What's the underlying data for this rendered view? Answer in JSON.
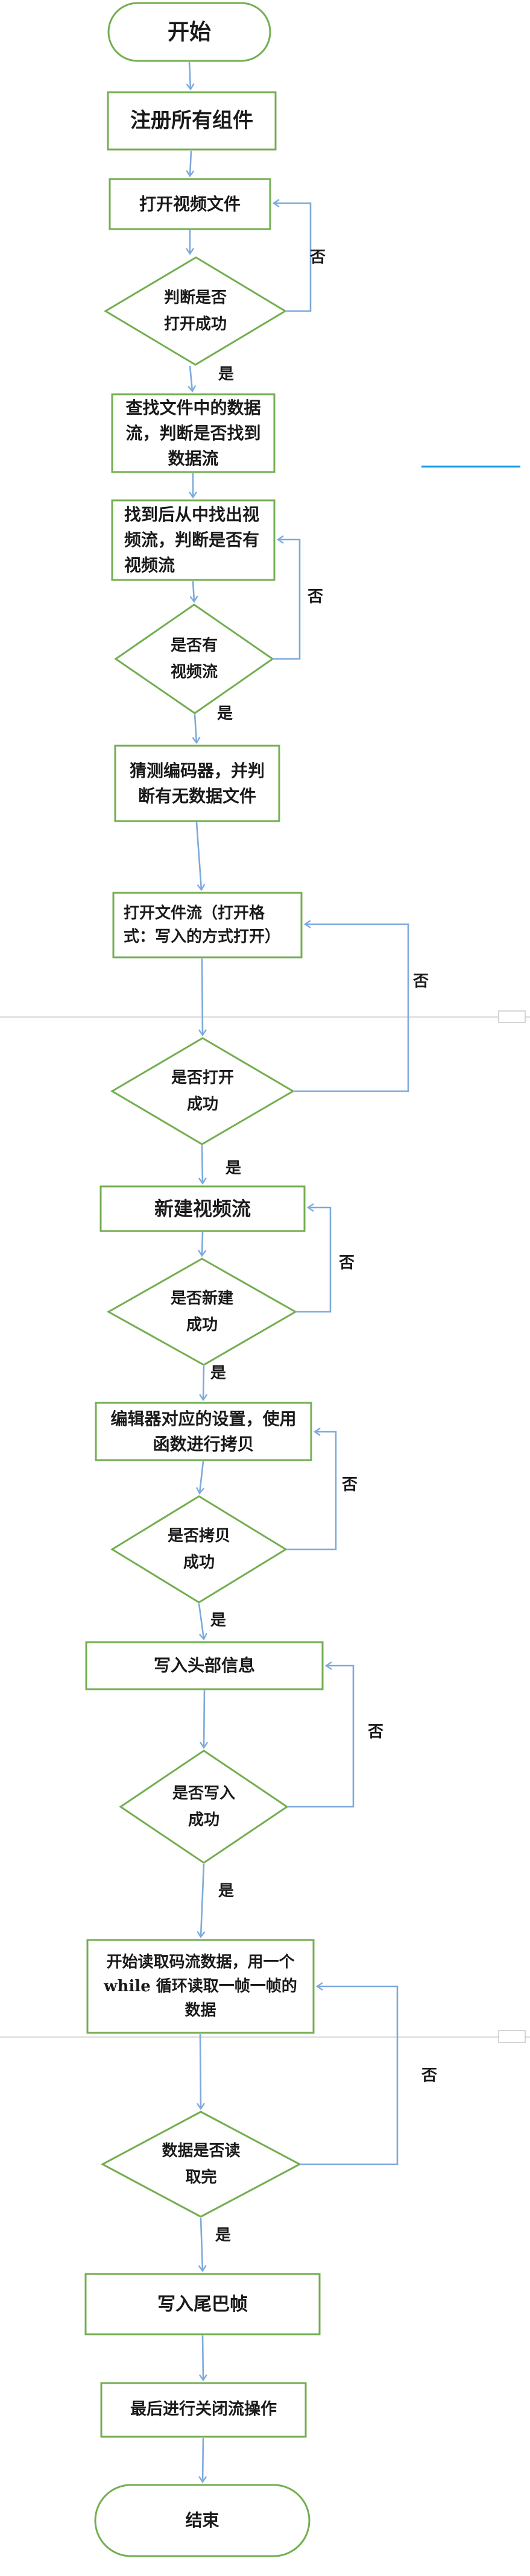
{
  "diagram": {
    "description": "video-muxing-flowchart",
    "nodes": {
      "start": "开始",
      "register_components": "注册所有组件",
      "open_video_file": "打开视频文件",
      "check_open_success": "判断是否\n打开成功",
      "find_data_streams": "查找文件中的数据\n流，判断是否找到\n数据流",
      "find_video_stream": "找到后从中找出视\n频流，判断是否有\n视频流",
      "has_video_stream": "是否有\n视频流",
      "guess_encoder": "猜测编码器，并判\n断有无数据文件",
      "open_file_stream": "打开文件流（打开格\n式：写入的方式打开）",
      "open_stream_success": "是否打开\n成功",
      "new_video_stream": "新建视频流",
      "create_success": "是否新建\n成功",
      "encoder_copy_settings": "编辑器对应的设置，使用\n函数进行拷贝",
      "copy_success": "是否拷贝\n成功",
      "write_header": "写入头部信息",
      "write_success": "是否写入\n成功",
      "read_stream_loop": "开始读取码流数据，用一个\nwhile 循环读取一帧一帧的\n数据",
      "read_complete": "数据是否读\n取完",
      "write_trailer": "写入尾巴帧",
      "close_streams": "最后进行关闭流操作",
      "end": "结束"
    },
    "edge_labels": {
      "yes": "是",
      "no": "否"
    },
    "colors": {
      "shape_border": "#73AE50",
      "connector": "#7EA9DC",
      "highlight_line": "#1E9CE8",
      "divider": "#D9D9D9",
      "text": "#1A1A1A"
    }
  }
}
